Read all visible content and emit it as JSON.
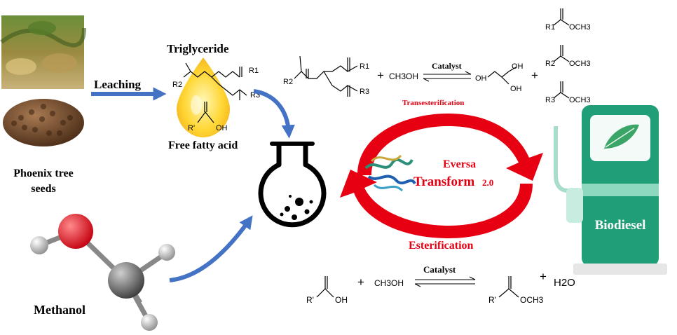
{
  "labels": {
    "leaching": "Leaching",
    "triglyceride": "Triglyceride",
    "free_fatty_acid": "Free fatty acid",
    "seeds_line1": "Phoenix tree",
    "seeds_line2": "seeds",
    "methanol": "Methanol",
    "transesterification": "Transesterification",
    "esterification": "Esterification",
    "enzyme_line1": "Eversa",
    "enzyme_line2": "Transform",
    "enzyme_version": "2.0",
    "biodiesel": "Biodiesel"
  },
  "reaction_top": {
    "methanol": "CH3OH",
    "catalyst": "Catalyst",
    "plus": "+",
    "R1": "R1",
    "R2": "R2",
    "R3": "R3",
    "OH": "OH",
    "OCH3": "OCH3"
  },
  "reaction_bottom": {
    "plus": "+",
    "methanol": "CH3OH",
    "catalyst": "Catalyst",
    "water": "H2O",
    "R_prime": "R'",
    "OH": "OH",
    "OCH3": "OCH3"
  },
  "inset": {
    "R1": "R1",
    "R2": "R2",
    "R3": "R3",
    "R_prime": "R'",
    "OH": "OH"
  },
  "colors": {
    "arrow_blue": "#4472c4",
    "cycle_red": "#e60012",
    "pump_green": "#1f9e78",
    "oxygen_red": "#e0202a",
    "carbon_gray": "#555555"
  },
  "icons": [
    "seeds-photo",
    "tree-photo",
    "flask-icon",
    "methanol-molecule",
    "enzyme-structure",
    "fuel-pump",
    "leaf-icon",
    "oil-drop"
  ]
}
